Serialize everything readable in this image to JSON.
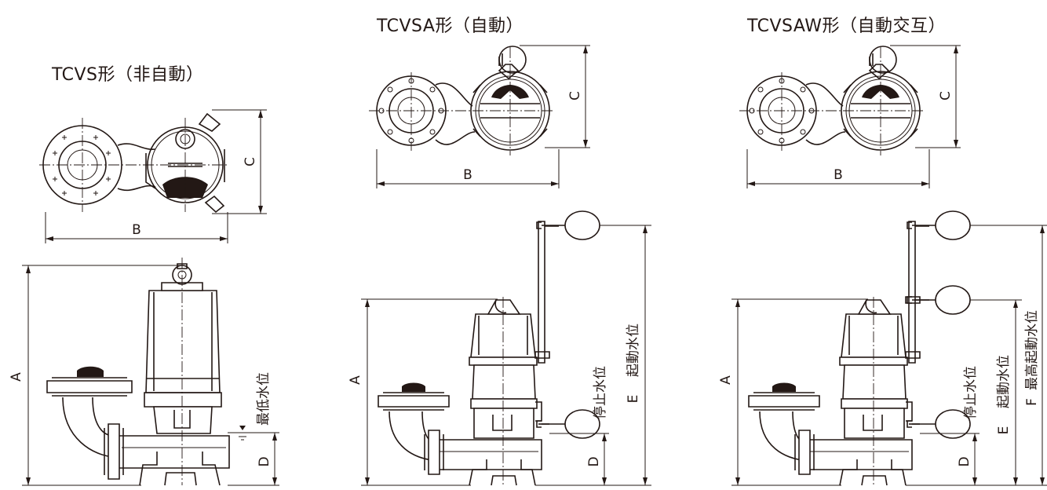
{
  "views": [
    {
      "id": "tcvs",
      "title": "TCVS形（非自動）",
      "plan_dims": {
        "b": "B",
        "c": "C"
      },
      "elev_dims": {
        "a": "A",
        "d": "D"
      },
      "levels": {
        "min": "最低水位"
      }
    },
    {
      "id": "tcvsa",
      "title": "TCVSA形（自動）",
      "plan_dims": {
        "b": "B",
        "c": "C"
      },
      "elev_dims": {
        "a": "A",
        "d": "D",
        "e": "E"
      },
      "levels": {
        "stop": "停止水位",
        "start": "起動水位"
      }
    },
    {
      "id": "tcvsaw",
      "title": "TCVSAW形（自動交互）",
      "plan_dims": {
        "b": "B",
        "c": "C"
      },
      "elev_dims": {
        "a": "A",
        "d": "D",
        "e": "E",
        "f": "F"
      },
      "levels": {
        "stop": "停止水位",
        "start": "起動水位",
        "max_start": "最高起動水位"
      }
    }
  ]
}
